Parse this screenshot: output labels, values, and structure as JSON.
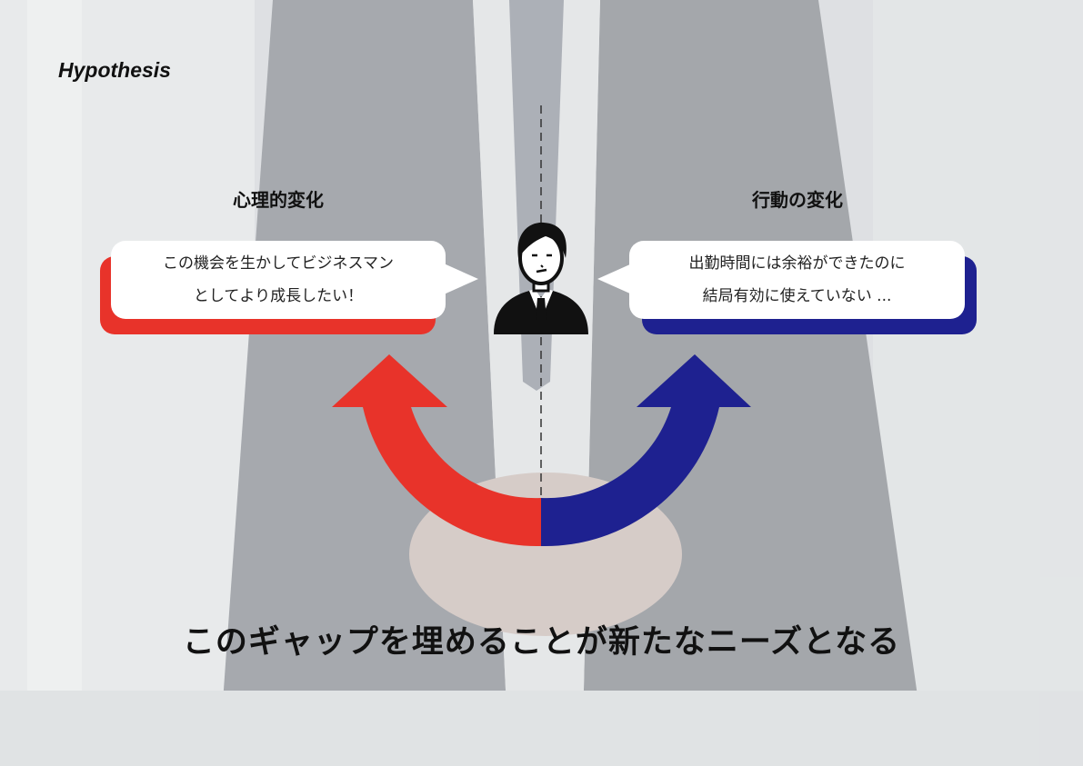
{
  "heading": "Hypothesis",
  "labels": {
    "left": "心理的変化",
    "right": "行動の変化"
  },
  "bubbles": {
    "left": {
      "line1": "この機会を生かしてビジネスマン",
      "line2": "としてより成長したい！"
    },
    "right": {
      "line1": "出勤時間には余裕ができたのに",
      "line2": "結局有効に使えていない ..."
    }
  },
  "tagline": "このギャップを埋めることが新たなニーズとなる",
  "colors": {
    "red": "#e8332a",
    "navy": "#1e2190"
  },
  "icons": {
    "person": "businessman-icon",
    "left_arrow": "curved-up-arrow-red",
    "right_arrow": "curved-up-arrow-navy"
  }
}
